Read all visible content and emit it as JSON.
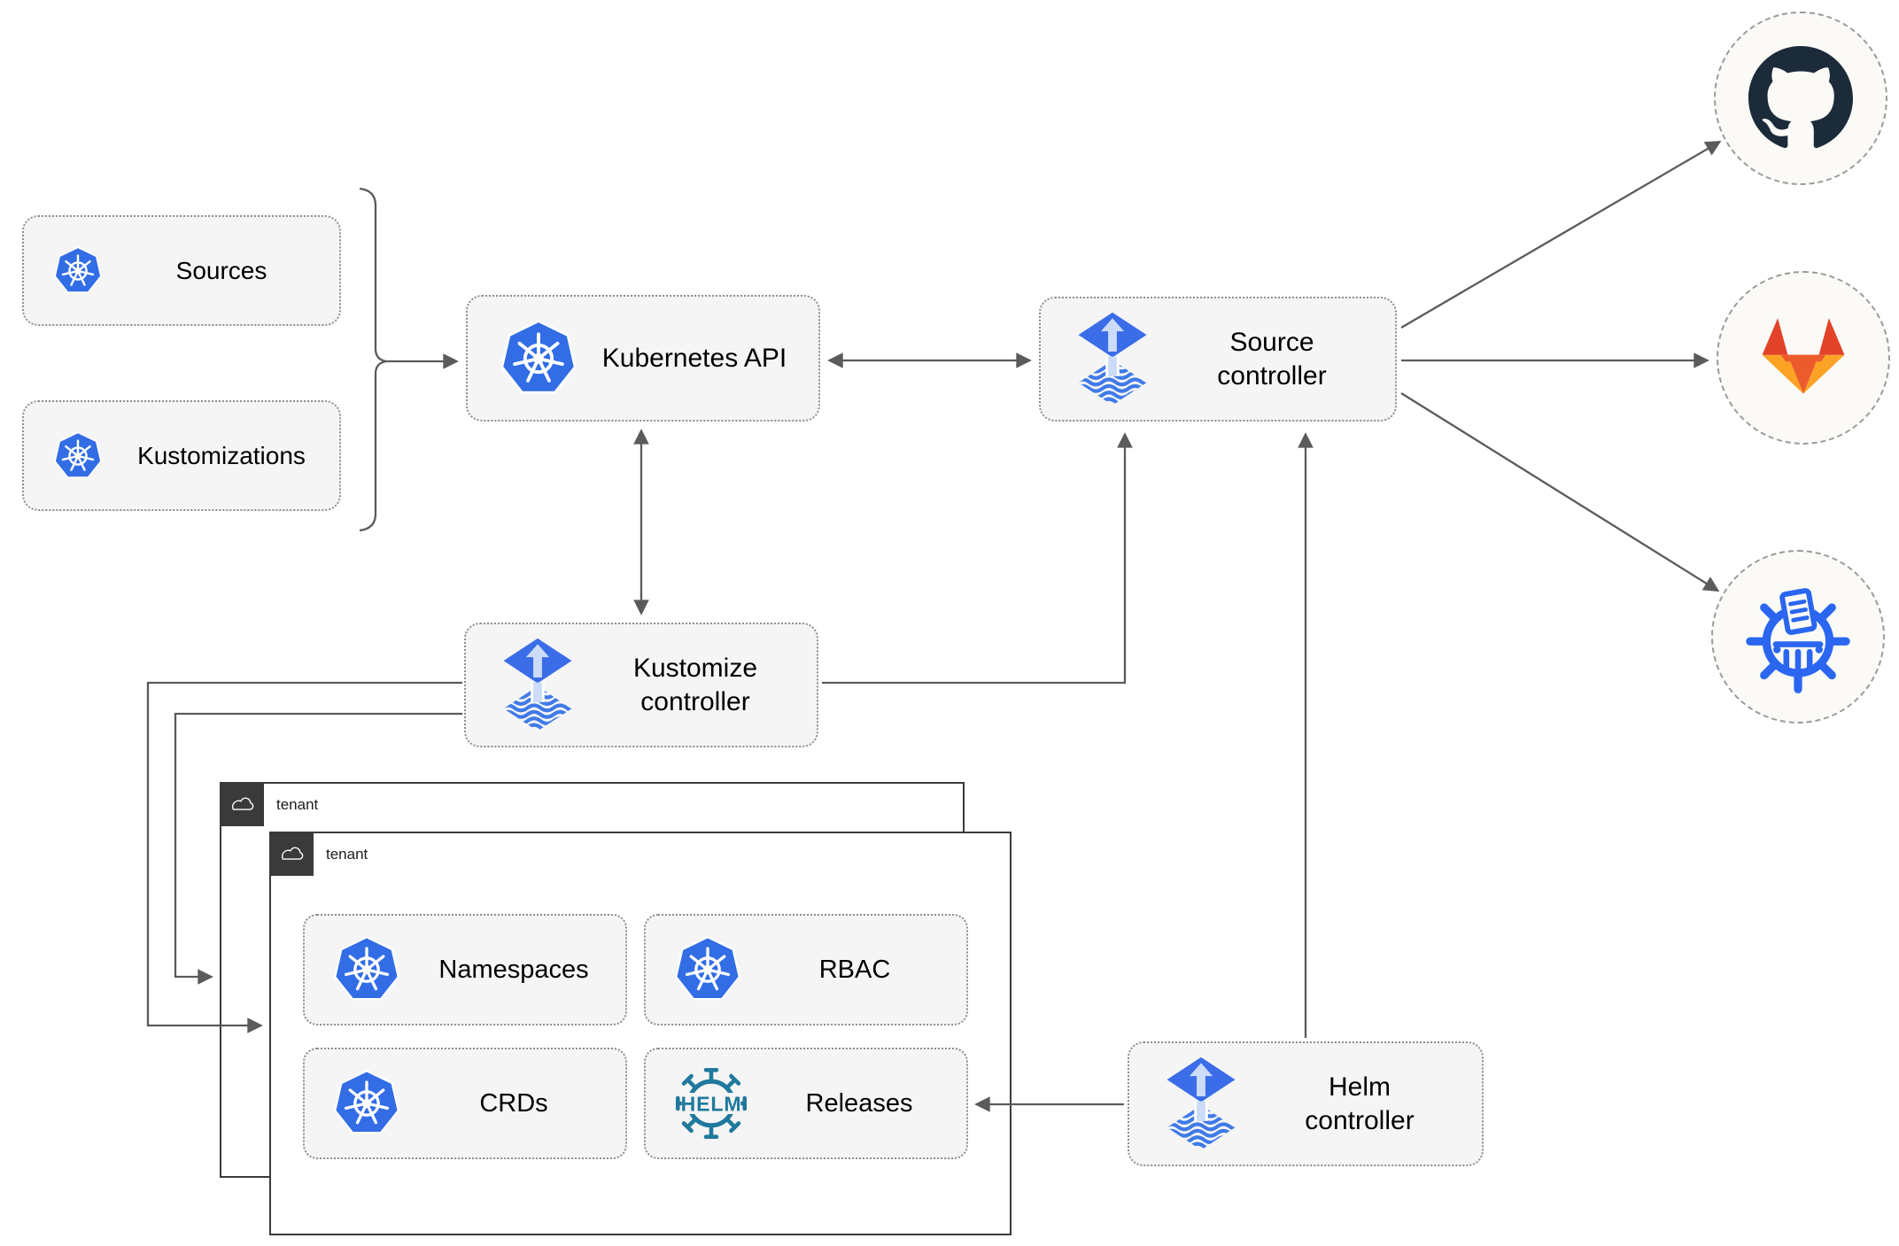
{
  "diagram": {
    "resources": {
      "sources": {
        "label": "Sources",
        "icon": "kubernetes-icon"
      },
      "kustomizations": {
        "label": "Kustomizations",
        "icon": "kubernetes-icon"
      }
    },
    "controllers": {
      "kubernetes_api": {
        "label": "Kubernetes API",
        "icon": "kubernetes-icon"
      },
      "source_controller": {
        "label": "Source controller",
        "icon": "flux-icon"
      },
      "kustomize_controller": {
        "label": "Kustomize controller",
        "icon": "flux-icon"
      },
      "helm_controller": {
        "label": "Helm controller",
        "icon": "flux-icon"
      }
    },
    "tenants": {
      "back": {
        "label": "tenant",
        "icon": "cloud-icon"
      },
      "front": {
        "label": "tenant",
        "icon": "cloud-icon"
      }
    },
    "tenant_resources": {
      "namespaces": {
        "label": "Namespaces",
        "icon": "kubernetes-icon"
      },
      "rbac": {
        "label": "RBAC",
        "icon": "kubernetes-icon"
      },
      "crds": {
        "label": "CRDs",
        "icon": "kubernetes-icon"
      },
      "releases": {
        "label": "Releases",
        "icon": "helm-icon"
      }
    },
    "helm_logo_text": "HELM",
    "external_endpoints": [
      {
        "icon": "github-icon"
      },
      {
        "icon": "gitlab-icon"
      },
      {
        "icon": "chartmuseum-icon"
      }
    ],
    "colors": {
      "kubernetes_blue": "#326de5",
      "flux_blue": "#3b6de8",
      "flux_arrow_light": "#ccdcf8",
      "helm_teal": "#20799c",
      "github_dark": "#1c2b3a",
      "gitlab_red_orange": "#e24329",
      "gitlab_mid_orange": "#ec5b2b",
      "gitlab_light_orange": "#fca326",
      "chartmuseum_blue": "#2a66f0",
      "line_gray": "#5b5b5b",
      "box_fill": "#f5f5f5",
      "tenant_tab_dark": "#3a3a3a"
    }
  }
}
